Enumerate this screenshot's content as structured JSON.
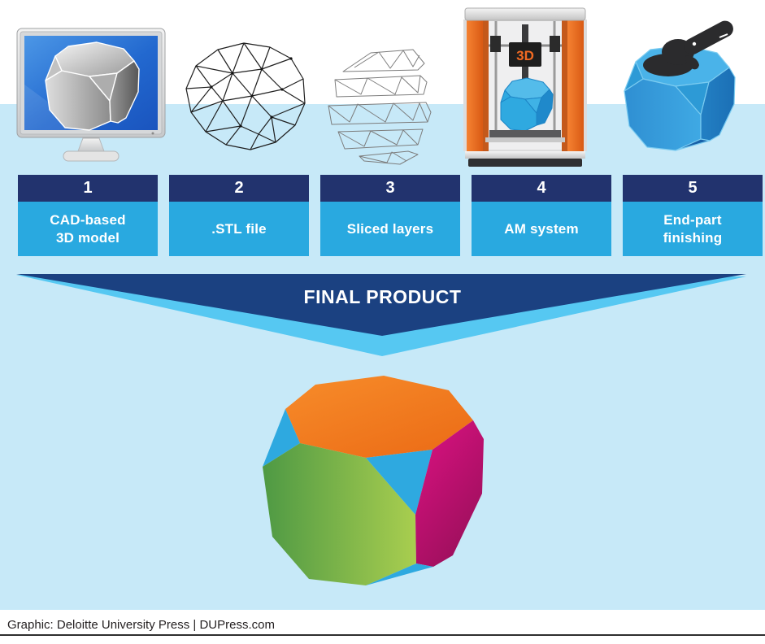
{
  "colors": {
    "background_band": "#C7E9F8",
    "card_header_navy": "#22336E",
    "card_body_blue": "#29A9E0",
    "banner_navy": "#1B4181",
    "banner_light_blue": "#56C8F2",
    "product_orange": "#F47B20",
    "product_green": "#7DBE49",
    "product_magenta": "#D5107E",
    "product_blue": "#2EA9E0"
  },
  "steps": [
    {
      "number": "1",
      "label_lines": [
        "CAD-based",
        "3D model"
      ],
      "icon": "monitor-cad-model-icon"
    },
    {
      "number": "2",
      "label_lines": [
        ".STL file"
      ],
      "icon": "wireframe-polyhedron-icon"
    },
    {
      "number": "3",
      "label_lines": [
        "Sliced layers"
      ],
      "icon": "sliced-layers-icon"
    },
    {
      "number": "4",
      "label_lines": [
        "AM system"
      ],
      "icon": "printer-3d-icon"
    },
    {
      "number": "5",
      "label_lines": [
        "End-part",
        "finishing"
      ],
      "icon": "part-finishing-icon"
    }
  ],
  "banner": {
    "label": "FINAL PRODUCT"
  },
  "printer": {
    "screen_label": "3D"
  },
  "footer": {
    "text": "Graphic: Deloitte University Press  |  DUPress.com"
  }
}
